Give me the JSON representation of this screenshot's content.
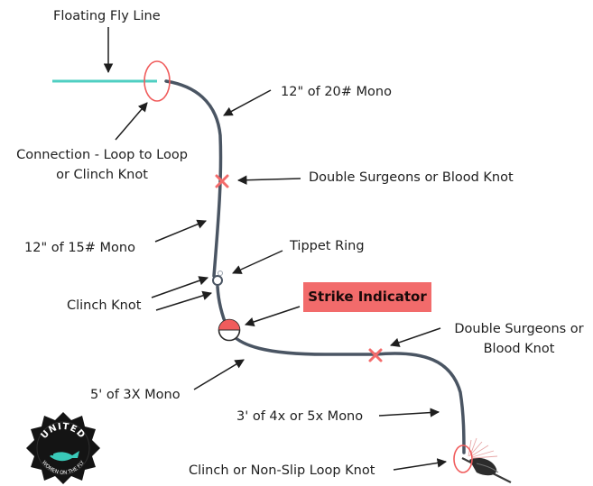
{
  "labels": {
    "floating_fly_line": "Floating Fly Line",
    "connection_line1": "Connection - Loop to Loop",
    "connection_line2": "or Clinch Knot",
    "mono_20": "12\" of 20# Mono",
    "double_surgeons_1": "Double Surgeons or Blood Knot",
    "mono_15": "12\" of 15# Mono",
    "tippet_ring": "Tippet Ring",
    "clinch_knot": "Clinch Knot",
    "strike_indicator": "Strike Indicator",
    "double_surgeons_2_line1": "Double Surgeons or",
    "double_surgeons_2_line2": "Blood Knot",
    "mono_3x": "5' of 3X Mono",
    "mono_4x5x": "3' of 4x or 5x Mono",
    "clinch_nonslip": "Clinch or Non-Slip Loop Knot"
  },
  "logo": {
    "text_top": "UNITED",
    "text_bottom": "WOMEN ON THE FLY"
  },
  "colors": {
    "fly_line": "#4fcfc2",
    "leader": "#4a5563",
    "knot_mark": "#f36b6b",
    "highlight_circle": "#f05c5c",
    "strike_bg": "#f26b6b",
    "arrow": "#1e1e1e"
  }
}
